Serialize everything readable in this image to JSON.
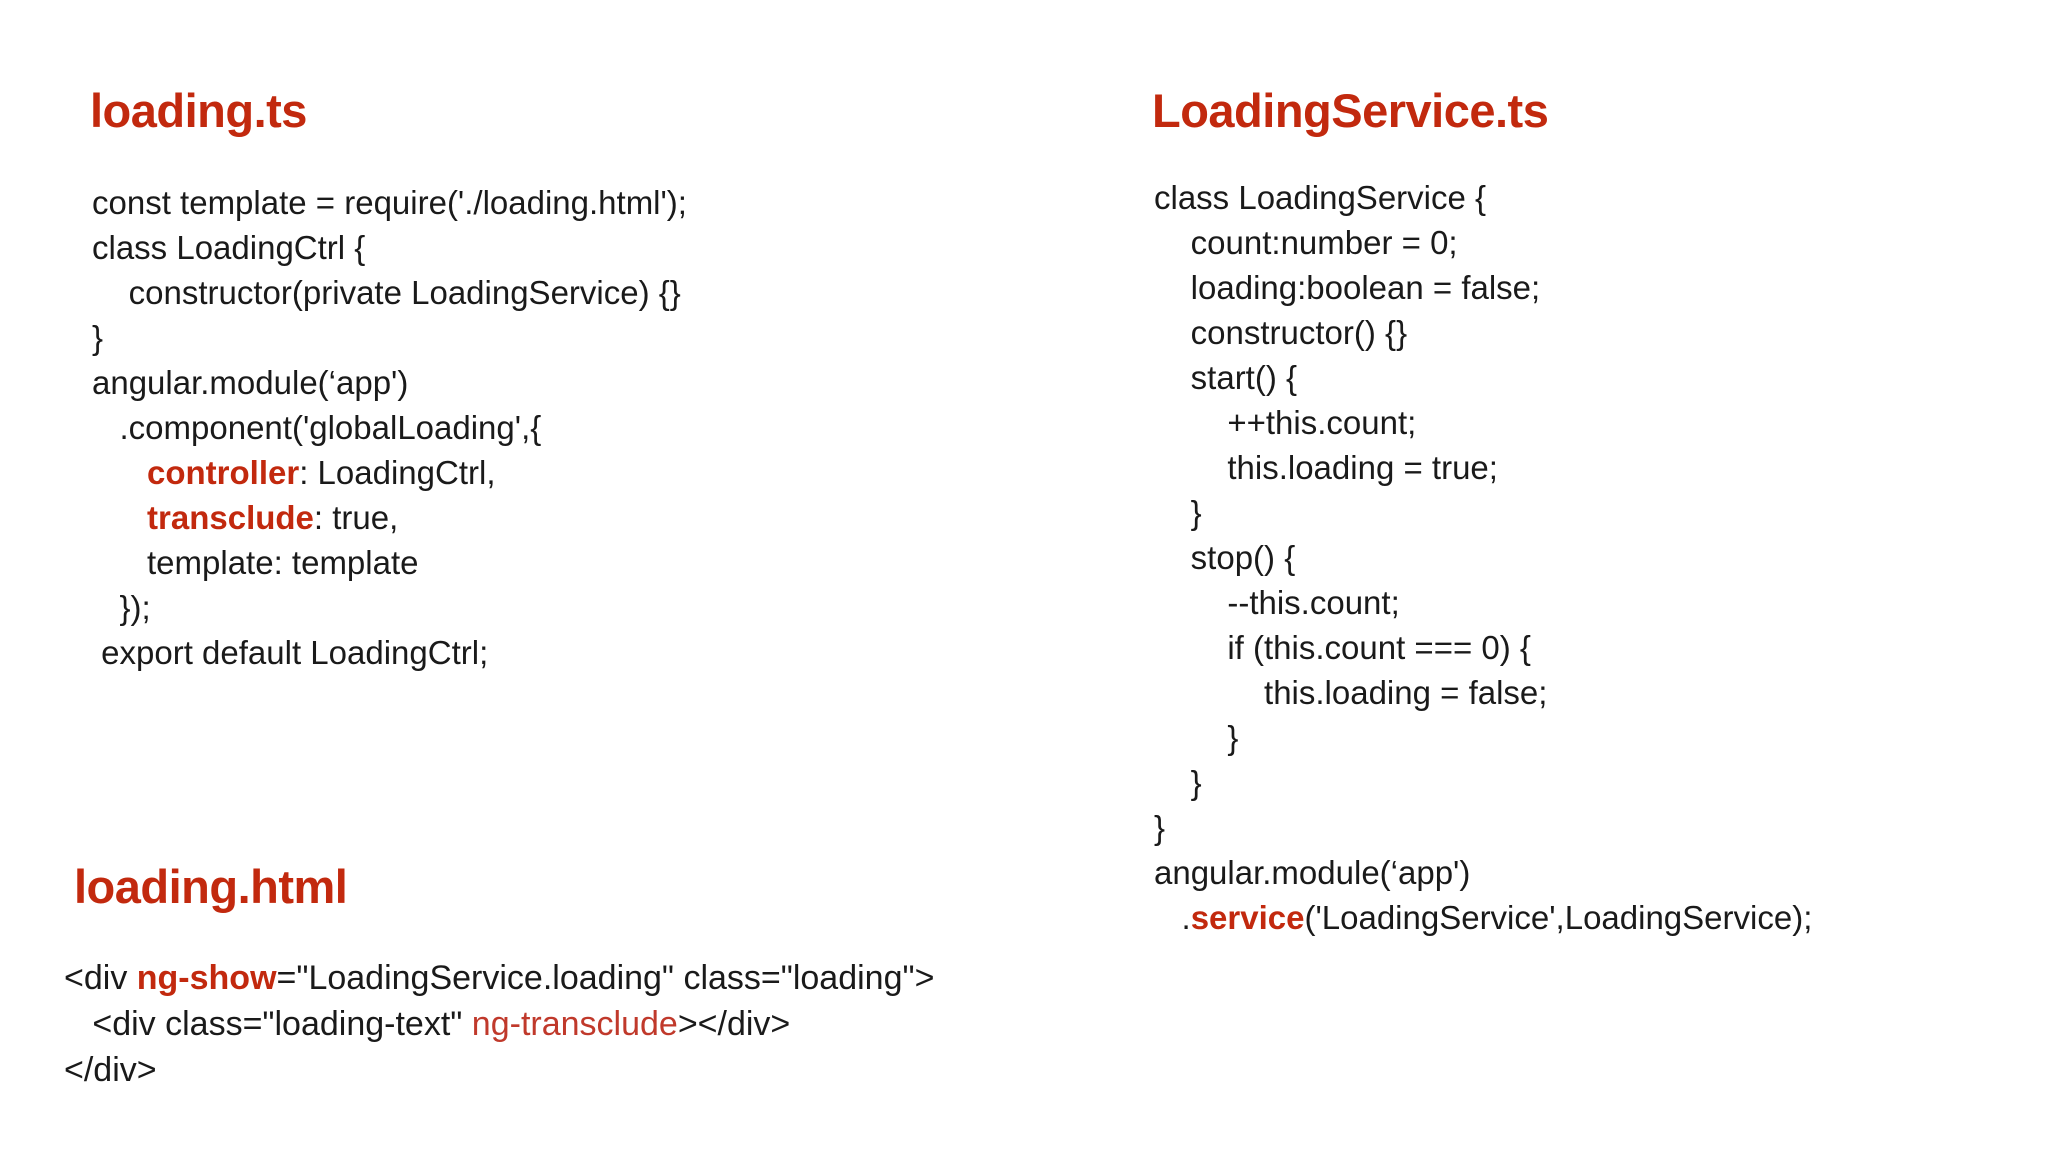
{
  "slide": {
    "background_color": "#ffffff",
    "accent_color": "#C2290E",
    "text_color": "#1a1a1a"
  },
  "panels": {
    "loading_ts": {
      "heading": "loading.ts",
      "lines": [
        {
          "segments": [
            {
              "text": "const template = require('./loading.html');",
              "style": "plain"
            }
          ]
        },
        {
          "segments": [
            {
              "text": "class LoadingCtrl {",
              "style": "plain"
            }
          ]
        },
        {
          "segments": [
            {
              "text": "    constructor(private LoadingService) {}",
              "style": "plain"
            }
          ]
        },
        {
          "segments": [
            {
              "text": "}",
              "style": "plain"
            }
          ]
        },
        {
          "segments": [
            {
              "text": "angular.module(‘app')",
              "style": "plain"
            }
          ]
        },
        {
          "segments": [
            {
              "text": "   .component('globalLoading',{",
              "style": "plain"
            }
          ]
        },
        {
          "segments": [
            {
              "text": "      ",
              "style": "plain"
            },
            {
              "text": "controller",
              "style": "keyword"
            },
            {
              "text": ": LoadingCtrl,",
              "style": "plain"
            }
          ]
        },
        {
          "segments": [
            {
              "text": "      ",
              "style": "plain"
            },
            {
              "text": "transclude",
              "style": "keyword"
            },
            {
              "text": ": true,",
              "style": "plain"
            }
          ]
        },
        {
          "segments": [
            {
              "text": "      template: template",
              "style": "plain"
            }
          ]
        },
        {
          "segments": [
            {
              "text": "   });",
              "style": "plain"
            }
          ]
        },
        {
          "segments": [
            {
              "text": " export default LoadingCtrl;",
              "style": "plain"
            }
          ]
        }
      ]
    },
    "loading_html": {
      "heading": "loading.html",
      "lines": [
        {
          "segments": [
            {
              "text": "<div ",
              "style": "plain"
            },
            {
              "text": "ng-show",
              "style": "keyword"
            },
            {
              "text": "=\"LoadingService.loading\" class=\"loading\">",
              "style": "plain"
            }
          ]
        },
        {
          "segments": [
            {
              "text": "   <div class=\"loading-text\" ",
              "style": "plain"
            },
            {
              "text": "ng-transclude",
              "style": "keyword-light"
            },
            {
              "text": "></div>",
              "style": "plain"
            }
          ]
        },
        {
          "segments": [
            {
              "text": "</div>",
              "style": "plain"
            }
          ]
        }
      ]
    },
    "loading_service_ts": {
      "heading": "LoadingService.ts",
      "lines": [
        {
          "segments": [
            {
              "text": "class LoadingService {",
              "style": "plain"
            }
          ]
        },
        {
          "segments": [
            {
              "text": "    count:number = 0;",
              "style": "plain"
            }
          ]
        },
        {
          "segments": [
            {
              "text": "    loading:boolean = false;",
              "style": "plain"
            }
          ]
        },
        {
          "segments": [
            {
              "text": "    constructor() {}",
              "style": "plain"
            }
          ]
        },
        {
          "segments": [
            {
              "text": "    start() {",
              "style": "plain"
            }
          ]
        },
        {
          "segments": [
            {
              "text": "        ++this.count;",
              "style": "plain"
            }
          ]
        },
        {
          "segments": [
            {
              "text": "        this.loading = true;",
              "style": "plain"
            }
          ]
        },
        {
          "segments": [
            {
              "text": "    }",
              "style": "plain"
            }
          ]
        },
        {
          "segments": [
            {
              "text": "    stop() {",
              "style": "plain"
            }
          ]
        },
        {
          "segments": [
            {
              "text": "        --this.count;",
              "style": "plain"
            }
          ]
        },
        {
          "segments": [
            {
              "text": "        if (this.count === 0) {",
              "style": "plain"
            }
          ]
        },
        {
          "segments": [
            {
              "text": "            this.loading = false;",
              "style": "plain"
            }
          ]
        },
        {
          "segments": [
            {
              "text": "        }",
              "style": "plain"
            }
          ]
        },
        {
          "segments": [
            {
              "text": "    }",
              "style": "plain"
            }
          ]
        },
        {
          "segments": [
            {
              "text": "}",
              "style": "plain"
            }
          ]
        },
        {
          "segments": [
            {
              "text": "angular.module(‘app')",
              "style": "plain"
            }
          ]
        },
        {
          "segments": [
            {
              "text": "   .",
              "style": "plain"
            },
            {
              "text": "service",
              "style": "keyword"
            },
            {
              "text": "('LoadingService',LoadingService);",
              "style": "plain"
            }
          ]
        }
      ]
    }
  }
}
